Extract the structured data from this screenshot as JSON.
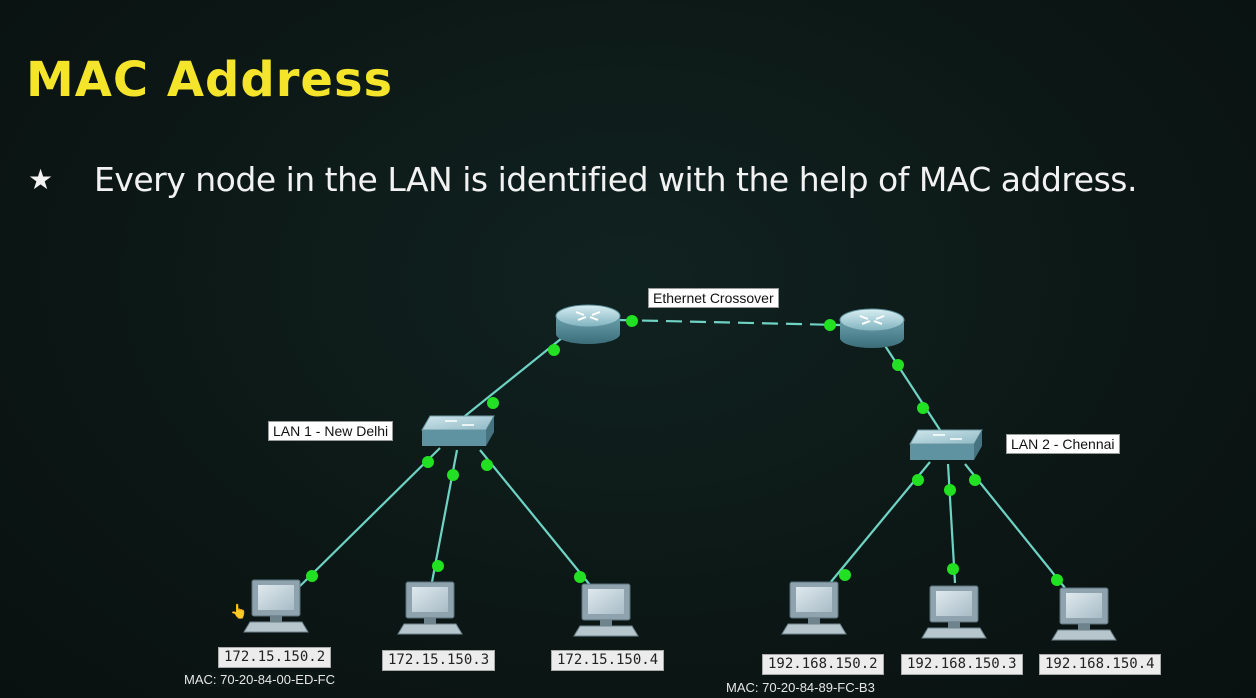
{
  "slide": {
    "title": "MAC Address",
    "bullet_symbol": "★",
    "bullet_text": "Every node in the LAN is identified with the help of MAC address."
  },
  "diagram": {
    "link_label": "Ethernet Crossover",
    "lan1": {
      "label": "LAN 1 - New Delhi",
      "hosts": [
        {
          "ip": "172.15.150.2",
          "mac": "MAC: 70-20-84-00-ED-FC"
        },
        {
          "ip": "172.15.150.3"
        },
        {
          "ip": "172.15.150.4"
        }
      ]
    },
    "lan2": {
      "label": "LAN 2 - Chennai",
      "hosts": [
        {
          "ip": "192.168.150.2",
          "mac": "MAC: 70-20-84-89-FC-B3"
        },
        {
          "ip": "192.168.150.3"
        },
        {
          "ip": "192.168.150.4"
        }
      ]
    },
    "colors": {
      "link": "#6fd3c4",
      "port": "#22e022",
      "title": "#f5e52a"
    },
    "icons": {
      "router": "router-icon",
      "switch": "switch-icon",
      "pc": "pc-icon"
    }
  }
}
